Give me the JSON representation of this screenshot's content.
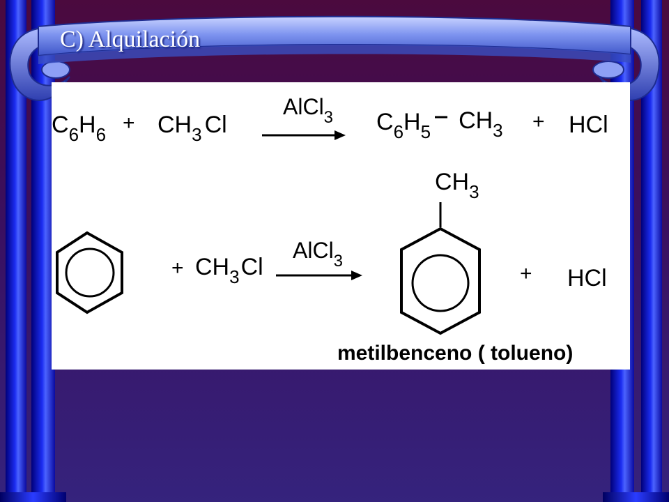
{
  "title": "C) Alquilación",
  "reaction1": {
    "r1": {
      "a": "C",
      "b": "6",
      "c": "H",
      "d": "6"
    },
    "plus1": "+",
    "r2": {
      "a": "CH",
      "b": "3",
      "c": "Cl"
    },
    "catalyst": {
      "a": "AlCl",
      "b": "3"
    },
    "p1": {
      "a": "C",
      "b": "6",
      "c": "H",
      "d": "5",
      "e": "CH",
      "f": "3"
    },
    "plus2": "+",
    "p2": "HCl"
  },
  "reaction2": {
    "plus1": "+",
    "r2": {
      "a": "CH",
      "b": "3",
      "c": "Cl"
    },
    "catalyst": {
      "a": "AlCl",
      "b": "3"
    },
    "substituent": {
      "a": "CH",
      "b": "3"
    },
    "plus2": "+",
    "p2": "HCl",
    "product_label": "metilbenceno ( tolueno)"
  }
}
